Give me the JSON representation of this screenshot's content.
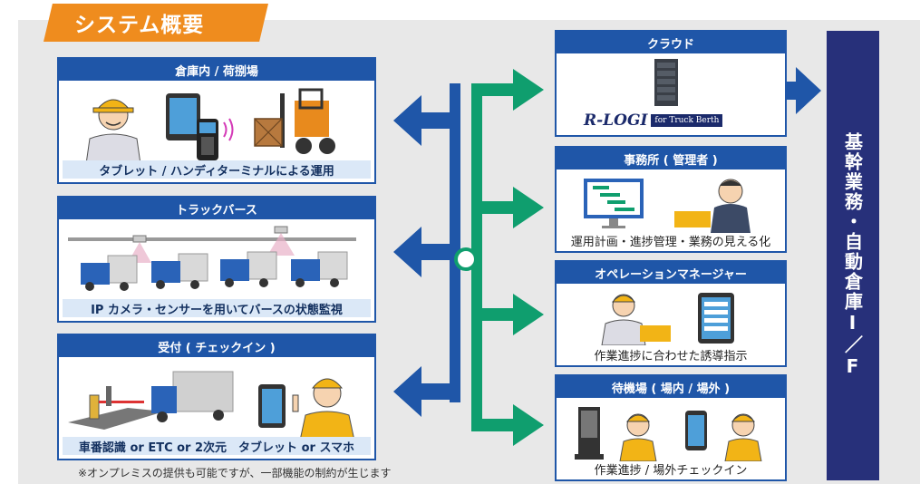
{
  "title": "システム概要",
  "left_panels": [
    {
      "header": "倉庫内 / 荷捌場",
      "caption": "タブレット / ハンディターミナルによる運用"
    },
    {
      "header": "トラックバース",
      "caption": "IP カメラ・センサーを用いてバースの状態監視"
    },
    {
      "header": "受付 ( チェックイン )",
      "caption": "車番認識 or ETC or 2次元　タブレット or スマホ"
    }
  ],
  "right_panels": [
    {
      "header": "クラウド",
      "logo_text": "R-LOGI",
      "logo_sub": "for Truck Berth"
    },
    {
      "header": "事務所 ( 管理者 )",
      "caption": "運用計画・進捗管理・業務の見える化"
    },
    {
      "header": "オペレーションマネージャー",
      "caption": "作業進捗に合わせた誘導指示"
    },
    {
      "header": "待機場 ( 場内 / 場外 )",
      "caption": "作業進捗 / 場外チェックイン"
    }
  ],
  "right_bar": "基幹業務・自動倉庫I／F",
  "note": "※オンプレミスの提供も可能ですが、一部機能の制約が生じます",
  "colors": {
    "blue": "#1f56a8",
    "green": "#0f9e6e",
    "orange": "#ef8c1e",
    "navy": "#27307a",
    "caption_bg": "#dbe8f7"
  }
}
